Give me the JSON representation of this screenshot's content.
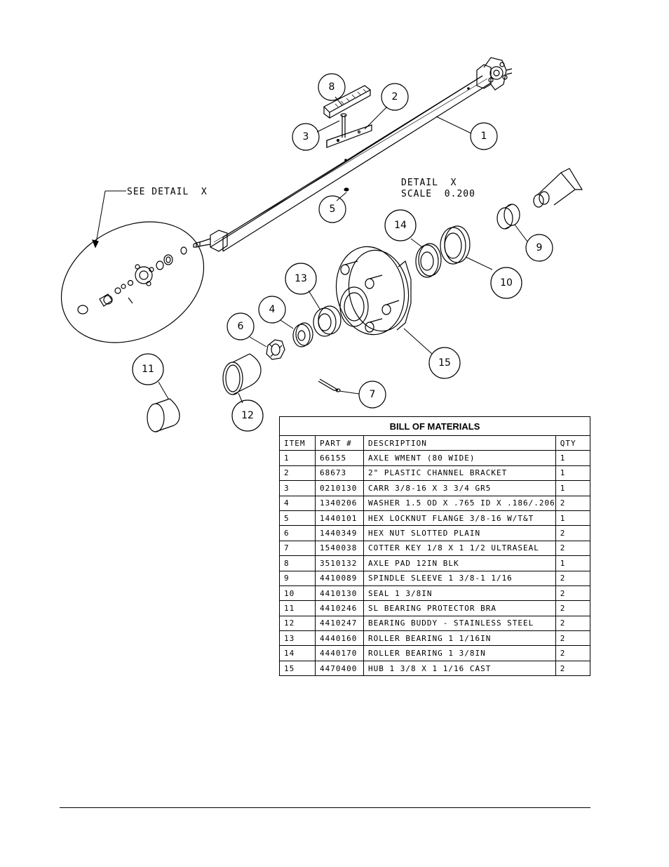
{
  "callouts": [
    "8",
    "2",
    "3",
    "1",
    "5",
    "14",
    "9",
    "10",
    "13",
    "4",
    "6",
    "15",
    "11",
    "12",
    "7"
  ],
  "notes": {
    "see_detail": "SEE DETAIL  X",
    "detail_title": "DETAIL  X",
    "detail_scale": "SCALE  0.200"
  },
  "bom": {
    "title": "BILL OF MATERIALS",
    "headers": [
      "ITEM",
      "PART #",
      "DESCRIPTION",
      "QTY"
    ],
    "rows": [
      [
        "1",
        "66155",
        "AXLE WMENT (80 WIDE)",
        "1"
      ],
      [
        "2",
        "68673",
        "2\" PLASTIC CHANNEL BRACKET",
        "1"
      ],
      [
        "3",
        "0210130",
        "CARR 3/8-16 X 3 3/4 GR5",
        "1"
      ],
      [
        "4",
        "1340206",
        "WASHER 1.5 OD X .765 ID X .186/.206",
        "2"
      ],
      [
        "5",
        "1440101",
        "HEX LOCKNUT FLANGE 3/8-16 W/T&T",
        "1"
      ],
      [
        "6",
        "1440349",
        "HEX NUT SLOTTED PLAIN",
        "2"
      ],
      [
        "7",
        "1540038",
        "COTTER KEY 1/8 X 1 1/2 ULTRASEAL",
        "2"
      ],
      [
        "8",
        "3510132",
        "AXLE PAD 12IN  BLK",
        "1"
      ],
      [
        "9",
        "4410089",
        "SPINDLE SLEEVE  1 3/8-1 1/16",
        "2"
      ],
      [
        "10",
        "4410130",
        "SEAL  1 3/8IN",
        "2"
      ],
      [
        "11",
        "4410246",
        "SL BEARING PROTECTOR BRA",
        "2"
      ],
      [
        "12",
        "4410247",
        "BEARING BUDDY - STAINLESS STEEL",
        "2"
      ],
      [
        "13",
        "4440160",
        "ROLLER BEARING   1 1/16IN",
        "2"
      ],
      [
        "14",
        "4440170",
        "ROLLER BEARING   1 3/8IN",
        "2"
      ],
      [
        "15",
        "4470400",
        "HUB   1 3/8 X 1 1/16 CAST",
        "2"
      ]
    ]
  }
}
